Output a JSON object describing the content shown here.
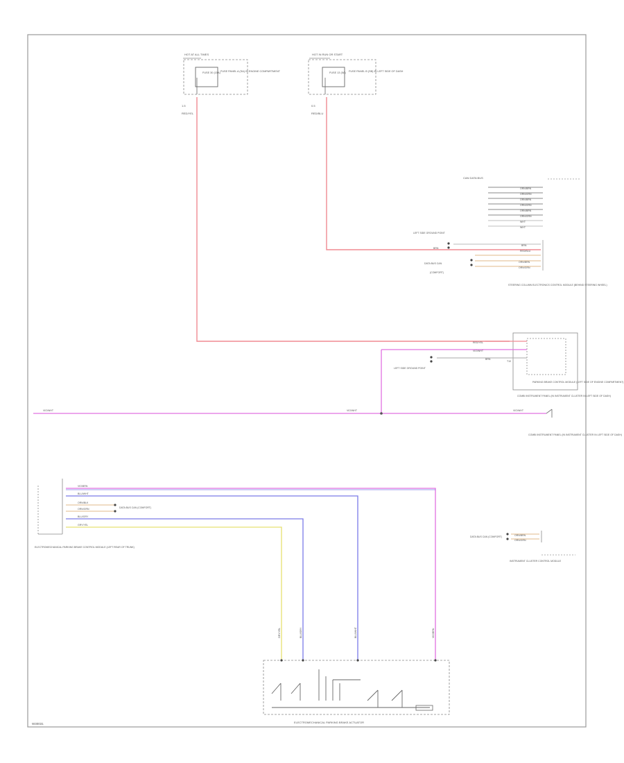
{
  "diagram_id": "W30031",
  "colors": {
    "red_wire": "#f08a92",
    "pink_wire": "#e070e0",
    "blue_wire": "#7a7ae8",
    "yellow_wire": "#e6e070",
    "tan_wire": "#e8c8a0",
    "frame": "#999999",
    "component": "#777777"
  },
  "fuse_boxes": [
    {
      "title": "HOT AT ALL TIMES",
      "fuse": "FUSE 30 (15A)",
      "desc": "FUSE PANEL A (SA) IN ENGINE COMPARTMENT",
      "wire_gauge": "1.5",
      "wire_color": "RED/YEL"
    },
    {
      "title": "HOT IN RUN OR START",
      "fuse": "FUSE 13 (5A)",
      "desc": "FUSE PANEL B (SB) IN LEFT SIDE OF DASH",
      "wire_gauge": "0.5",
      "wire_color": "RED/BLU"
    }
  ],
  "data_bus_block": {
    "title": "CAN DATA BUS",
    "lines": [
      "ORN/BRN",
      "ORN/GRN",
      "ORN/BRN",
      "ORN/GRN",
      "ORN/BRN",
      "ORN/GRN",
      "WHT",
      "WHT"
    ]
  },
  "ignition_connector": {
    "ground_label": "LEFT SIDE GROUND POINT",
    "wires": [
      "BRN",
      "RED/BLU",
      "ORN/BRN",
      "ORN/GRN"
    ],
    "side_labels": [
      "BRN",
      "DATA BUS CAN",
      "(COMFORT)"
    ],
    "desc": "STEERING COLUMN ELECTRONICS CONTROL MODULE (BEHIND STEERING WHEEL)"
  },
  "module_block": {
    "wires": [
      "RED/YEL",
      "VIO/WHT",
      "BRN"
    ],
    "ground_label": "LEFT SIDE GROUND POINT",
    "desc": "PARKING BRAKE CONTROL MODULE (LEFT SIDE OF ENGINE COMPARTMENT)",
    "pin_label": "T10"
  },
  "signal_line": {
    "left_label": "VIO/WHT",
    "mid_label": "VIO/WHT",
    "right_label": "VIO/WHT",
    "desc": "COMBI INSTRUMENT PANEL (IN INSTRUMENT CLUSTER IN LEFT SIDE OF DASH)"
  },
  "switch_block": {
    "wires": [
      "VIO/BRN",
      "BLU/WHT",
      "ORN/BLK",
      "ORN/GRN",
      "BLU/GRY",
      "GRY/YEL"
    ],
    "bus_label": "DATA BUS CAN (COMFORT)",
    "desc": "ELECTROMECHANICAL PARKING BRAKE CONTROL MODULE (LEFT REAR OF TRUNK)"
  },
  "side_connector": {
    "labels": [
      "DATA BUS CAN (COMFORT)"
    ],
    "wires": [
      "ORN/BRN",
      "ORN/GRN"
    ],
    "desc": "INSTRUMENT CLUSTER CONTROL MODULE"
  },
  "vertical_wire_labels": [
    "GRY/YEL",
    "BLU/GRY",
    "BLU/WHT",
    "VIO/BRN"
  ],
  "bottom_label": "ELECTROMECHANICAL PARKING BRAKE ACTUATOR"
}
